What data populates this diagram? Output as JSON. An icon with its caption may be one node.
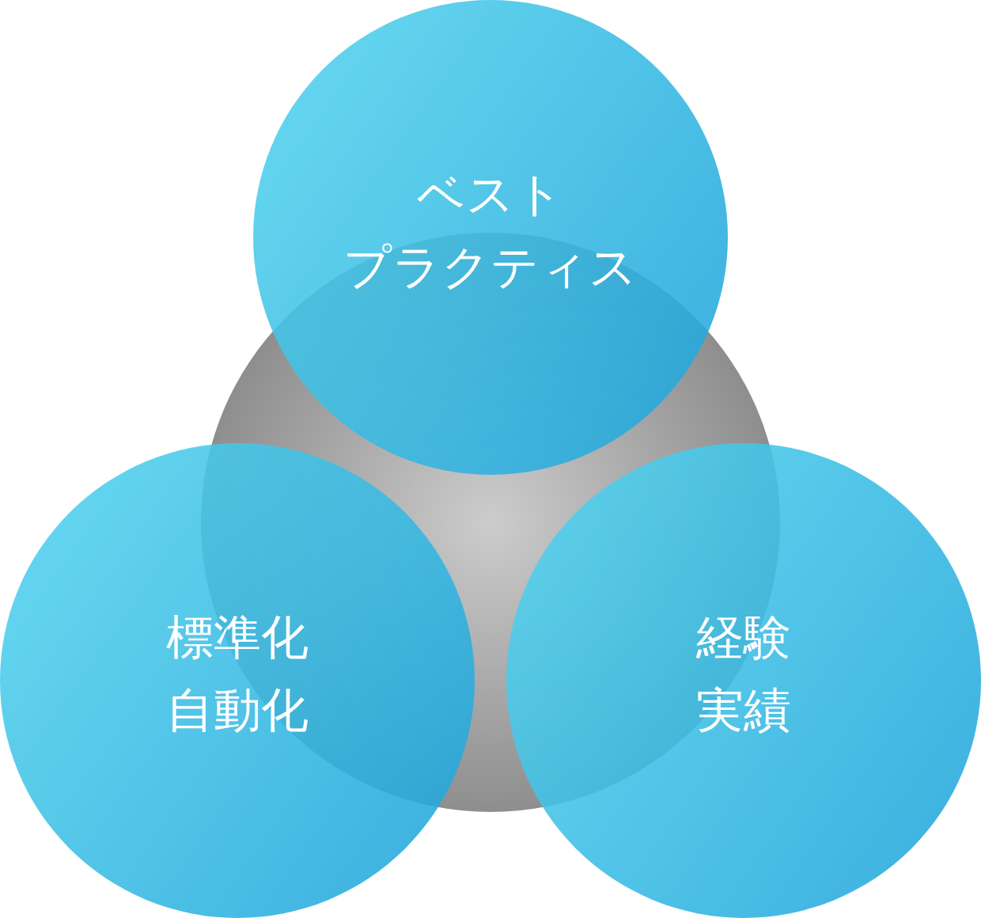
{
  "diagram": {
    "nodes": [
      {
        "text": [
          "ベストプラクティス"
        ]
      },
      {
        "text": [],
        "shape": "circle"
      },
      {
        "text": [
          "標準化自動化"
        ]
      },
      {
        "text": [
          "経験実績"
        ]
      }
    ]
  }
}
